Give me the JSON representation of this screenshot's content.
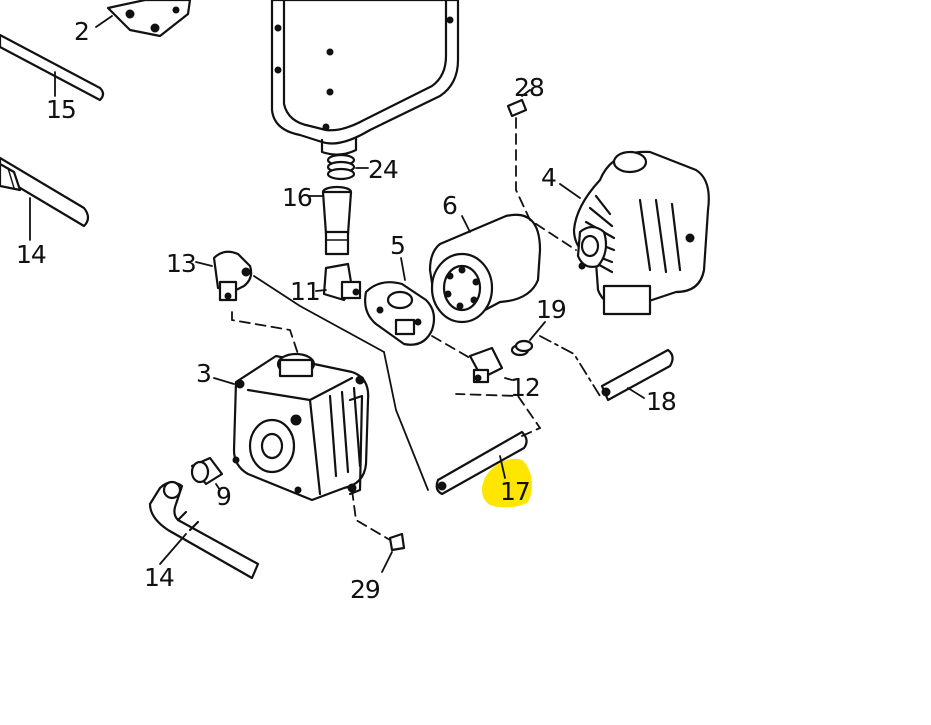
{
  "diagram": {
    "highlight_color": "#ffe600",
    "ink_color": "#111111",
    "highlighted_callout": "17",
    "callouts": {
      "c2": "2",
      "c15": "15",
      "c14a": "14",
      "c24": "24",
      "c16": "16",
      "c28": "28",
      "c4": "4",
      "c6": "6",
      "c5": "5",
      "c13": "13",
      "c11": "11",
      "c19": "19",
      "c3": "3",
      "c12": "12",
      "c18": "18",
      "c17": "17",
      "c9": "9",
      "c14b": "14",
      "c29": "29"
    }
  }
}
